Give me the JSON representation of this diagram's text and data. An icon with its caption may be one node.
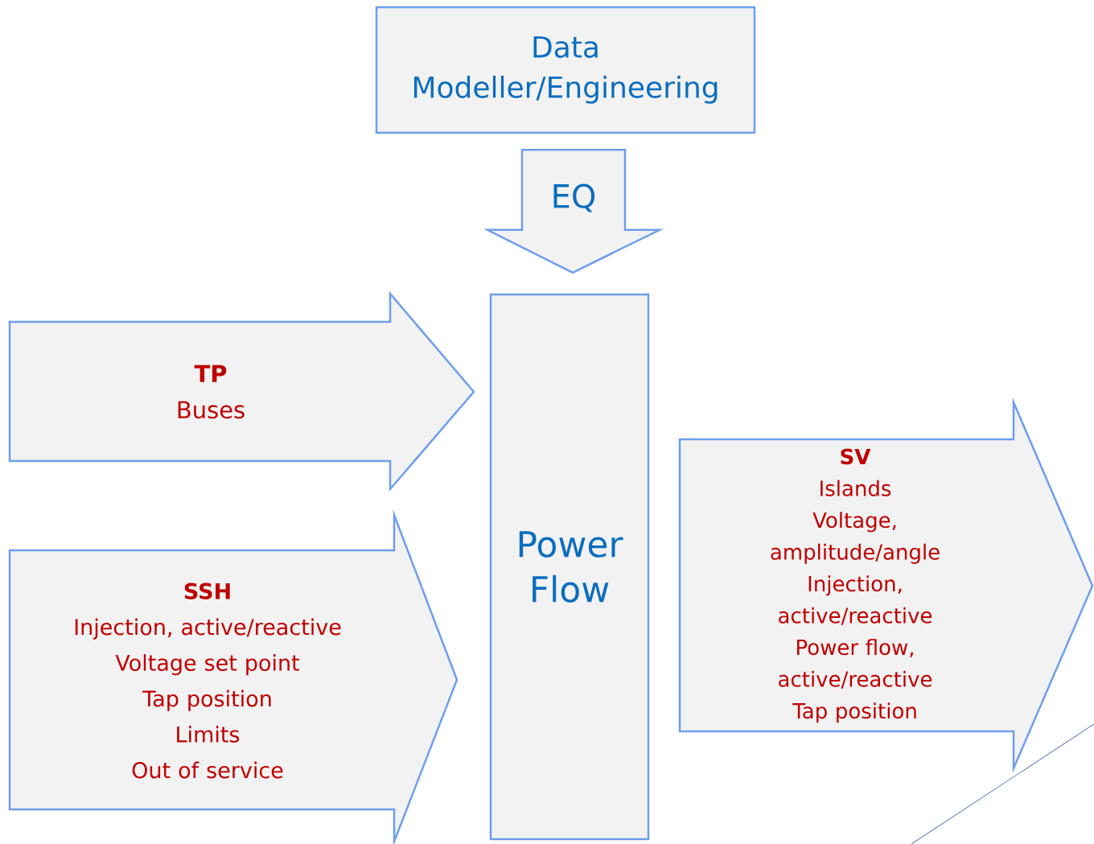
{
  "diagram": {
    "nodes": [
      {
        "text": [
          "Data Modeller/Engineering"
        ]
      },
      {
        "text": [
          "TP",
          "Buses"
        ]
      },
      {
        "text": [
          "SSH",
          "Injection, active/reactive",
          "Voltage set point",
          "Tap position",
          "Limits",
          "Out of service"
        ]
      },
      {
        "text": [
          "Power Flow"
        ]
      },
      {
        "text": [
          "SV",
          "Islands",
          "Voltage, amplitude/angle",
          "Injection, active/reactive",
          "Power flow, active/reactive",
          "Tap position"
        ]
      }
    ],
    "edges": [
      {
        "from": 0,
        "to": 3,
        "arrow": "to",
        "label": "EQ"
      }
    ]
  }
}
